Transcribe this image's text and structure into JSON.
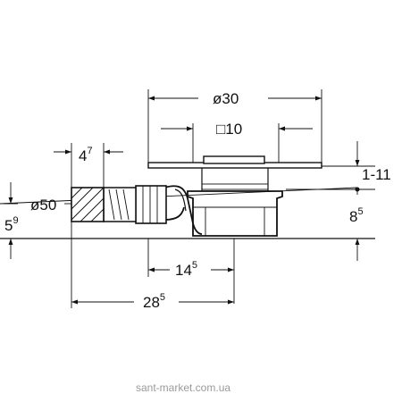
{
  "dimensions": {
    "d30": {
      "prefix": "ø",
      "value": "30"
    },
    "sq10": {
      "prefix": "□",
      "value": "10"
    },
    "d47": {
      "base": "4",
      "sup": "7"
    },
    "d50": {
      "prefix": "ø",
      "value": "50"
    },
    "d59": {
      "base": "5",
      "sup": "9"
    },
    "d111": {
      "text": "1-11"
    },
    "d85": {
      "base": "8",
      "sup": "5"
    },
    "d145": {
      "base": "14",
      "sup": "5"
    },
    "d285": {
      "base": "28",
      "sup": "5"
    }
  },
  "watermark": "sant-market.com.ua"
}
